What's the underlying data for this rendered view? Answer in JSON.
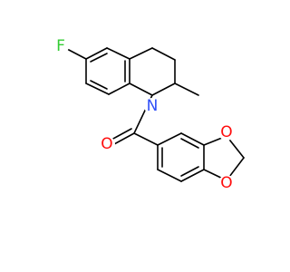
{
  "molecule": {
    "atoms": [
      {
        "id": "F",
        "label": "F",
        "color": "#33cc33"
      },
      {
        "id": "N",
        "label": "N",
        "color": "#3050f8"
      },
      {
        "id": "O_carbonyl",
        "label": "O",
        "color": "#ff0d0d"
      },
      {
        "id": "O_upper",
        "label": "O",
        "color": "#ff0d0d"
      },
      {
        "id": "O_lower",
        "label": "O",
        "color": "#ff0d0d"
      }
    ]
  }
}
